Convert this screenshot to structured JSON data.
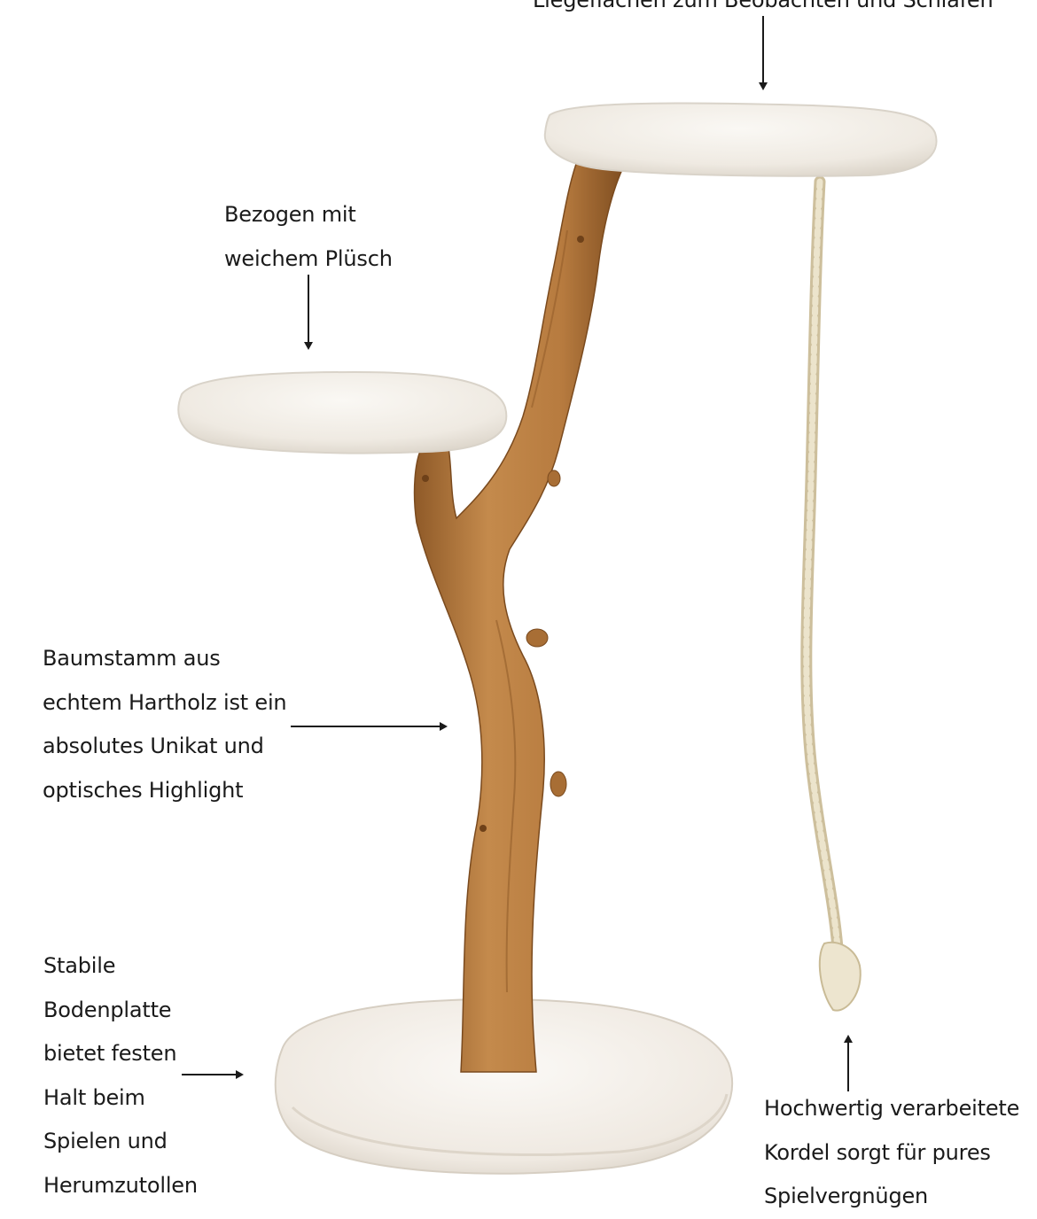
{
  "captions": {
    "top": [
      "Liegeflächen zum Beobachten und Schlafen"
    ],
    "plush": [
      "Bezogen mit",
      "weichem Plüsch"
    ],
    "trunk": [
      "Baumstamm aus",
      "echtem Hartholz ist ein",
      "absolutes Unikat und",
      "optisches Highlight"
    ],
    "base": [
      "Stabile",
      "Bodenplatte",
      "bietet festen",
      "Halt beim",
      "Spielen und",
      "Herumzutollen"
    ],
    "rope": [
      "Hochwertig verarbeitete",
      "Kordel sorgt für pures",
      "Spielvergnügen"
    ]
  },
  "colors": {
    "background": "#ffffff",
    "plush": "#f1ede6",
    "plush_shadow": "#d9d3c9",
    "wood": "#b77b3f",
    "wood_dark": "#8a5524",
    "rope": "#e6dcc0",
    "text": "#1a1a1a"
  }
}
